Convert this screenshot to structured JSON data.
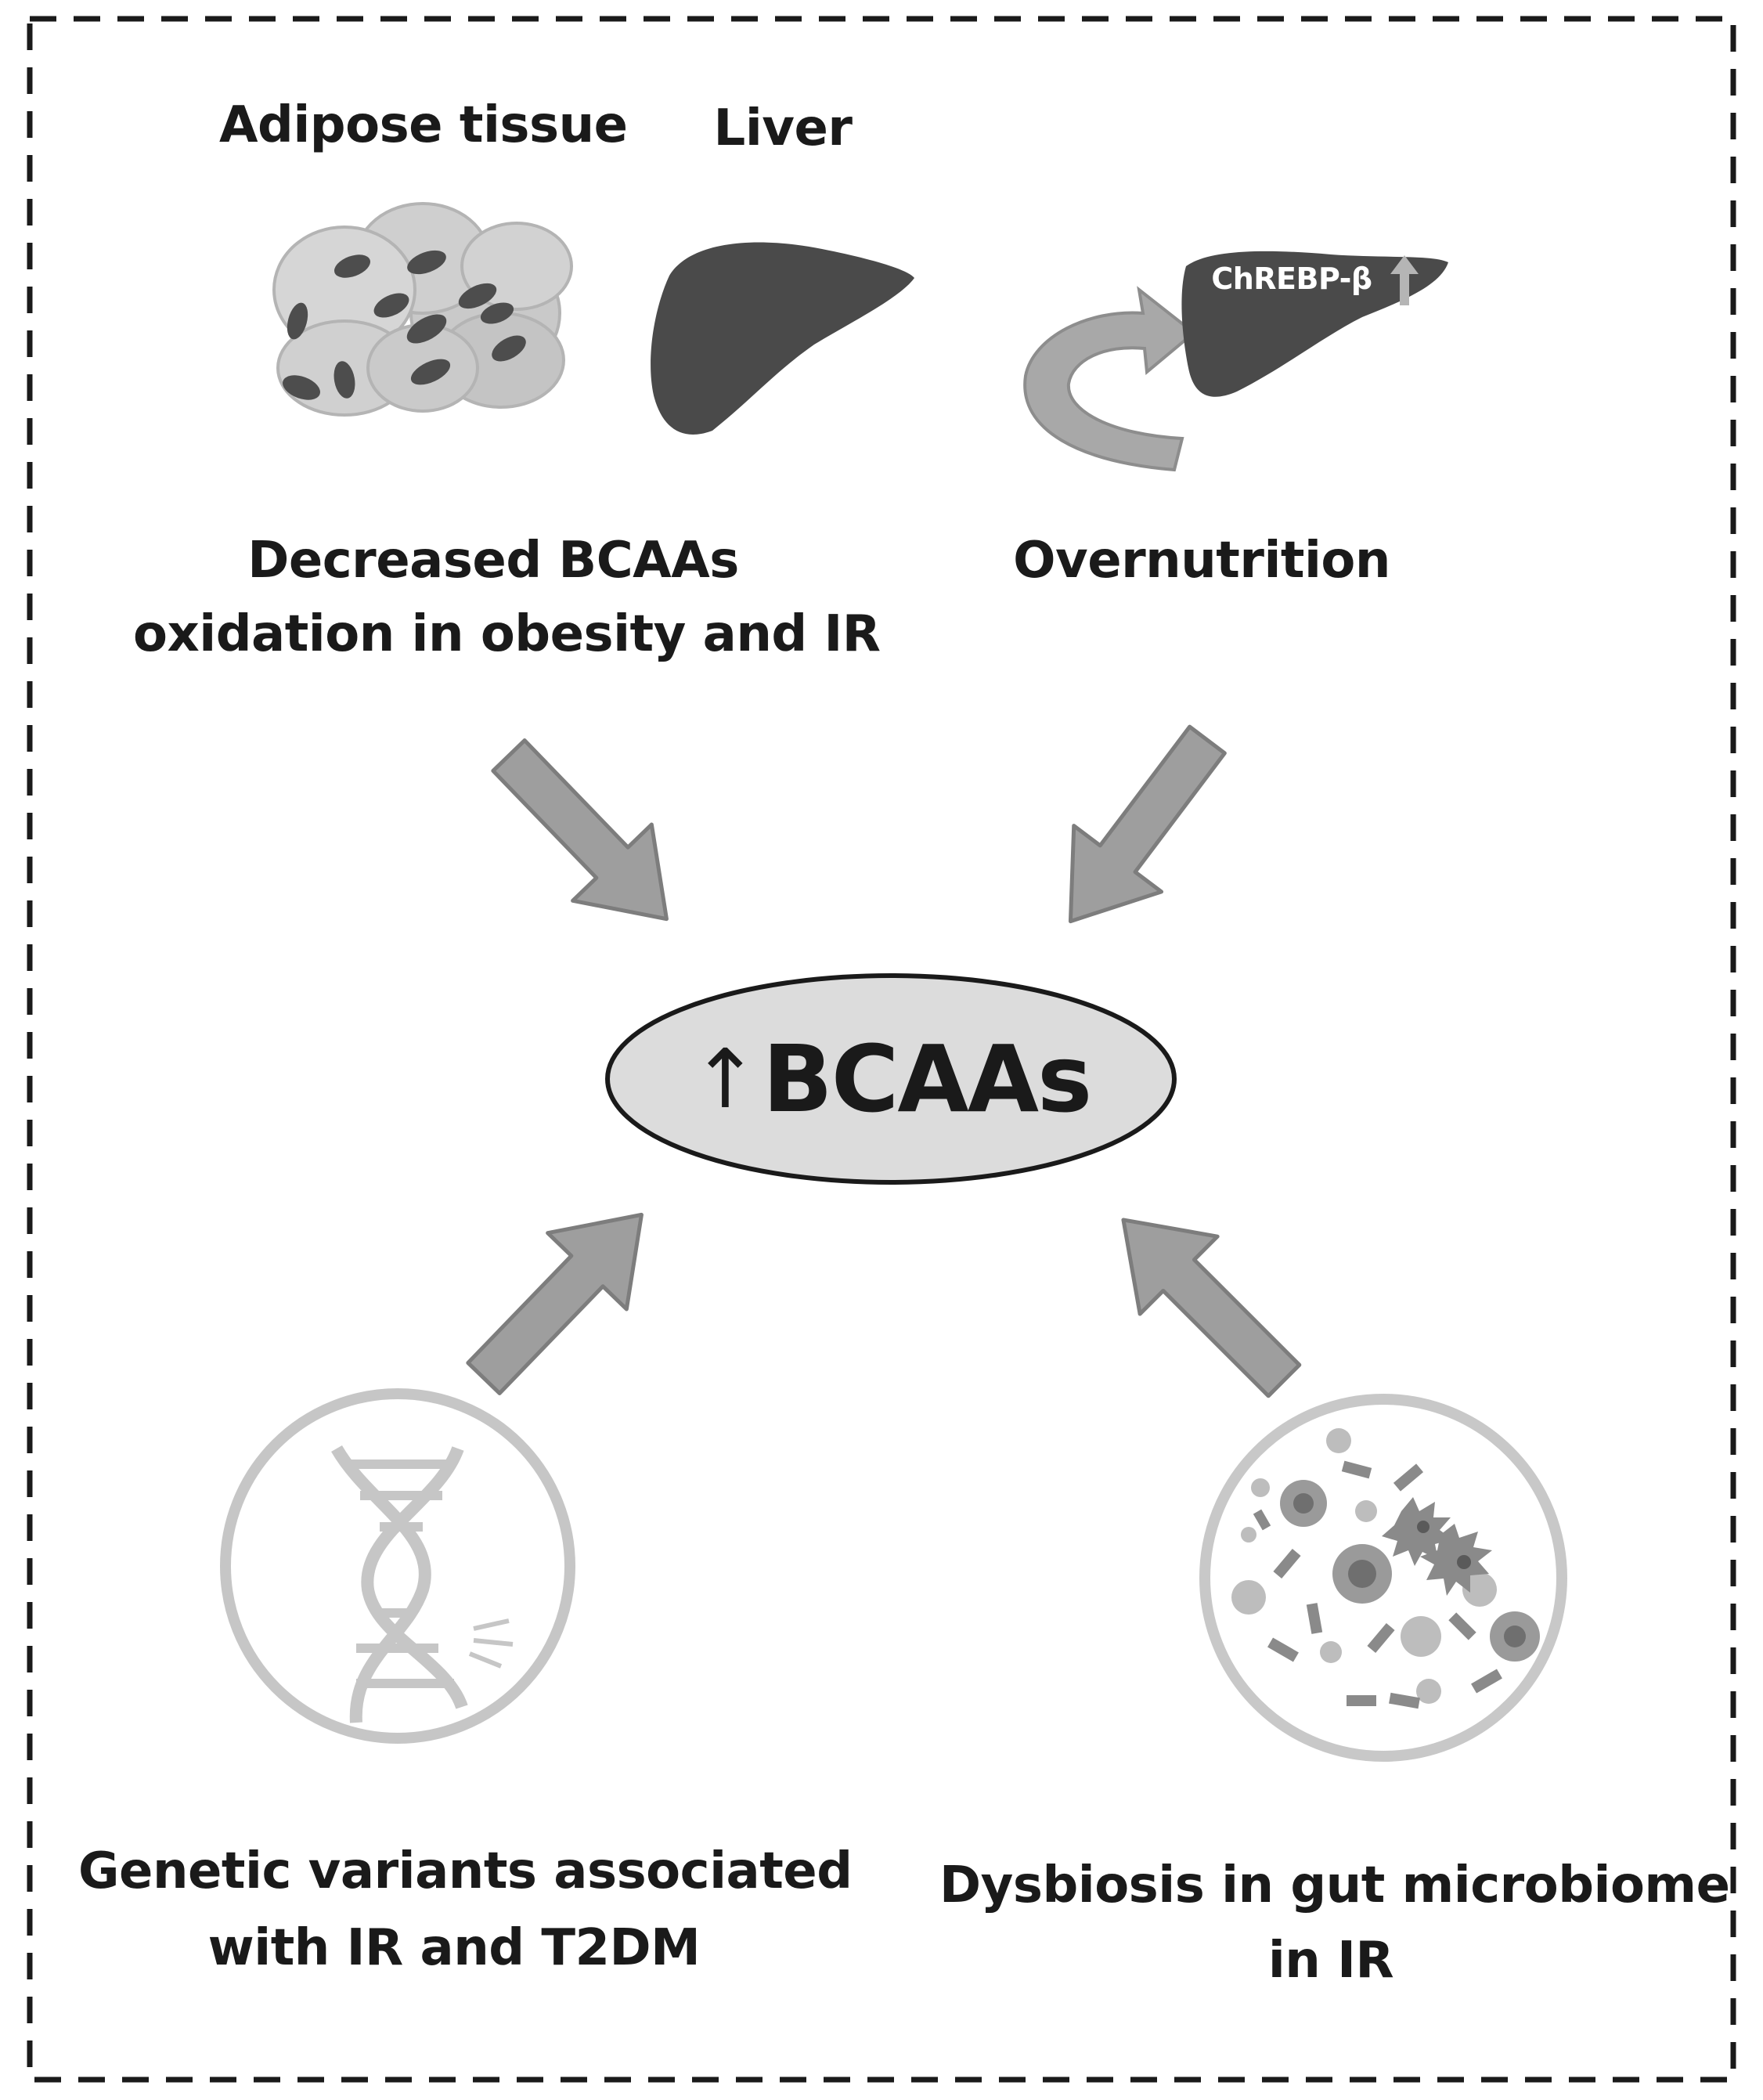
{
  "top": {
    "adipose_label": "Adipose tissue",
    "liver_label": "Liver",
    "chrebp_label": "ChREBP-β",
    "left_caption_line1": "Decreased BCAAs",
    "left_caption_line2": "oxidation in obesity and IR",
    "right_caption": "Overnutrition"
  },
  "center": {
    "arrow_glyph": "↑",
    "label": "BCAAs"
  },
  "bottom": {
    "left_caption_line1": "Genetic variants associated",
    "left_caption_line2": "with IR and T2DM",
    "right_caption_line1": "Dysbiosis in gut microbiome",
    "right_caption_line2": "in IR"
  },
  "icons": {
    "adipose": "adipose-cells-icon",
    "liver": "liver-icon",
    "overnutrition": "liver-with-cycle-arrow-icon",
    "dna": "broken-dna-helix-icon",
    "microbiome": "gut-microbiome-icon"
  },
  "colors": {
    "arrow_fill": "#9e9e9e",
    "arrow_stroke": "#7d7d7d",
    "ellipse_fill": "#dcdcdc",
    "liver_fill": "#4a4a4a",
    "icon_light": "#c8c8c8",
    "text": "#1a1a1a"
  }
}
